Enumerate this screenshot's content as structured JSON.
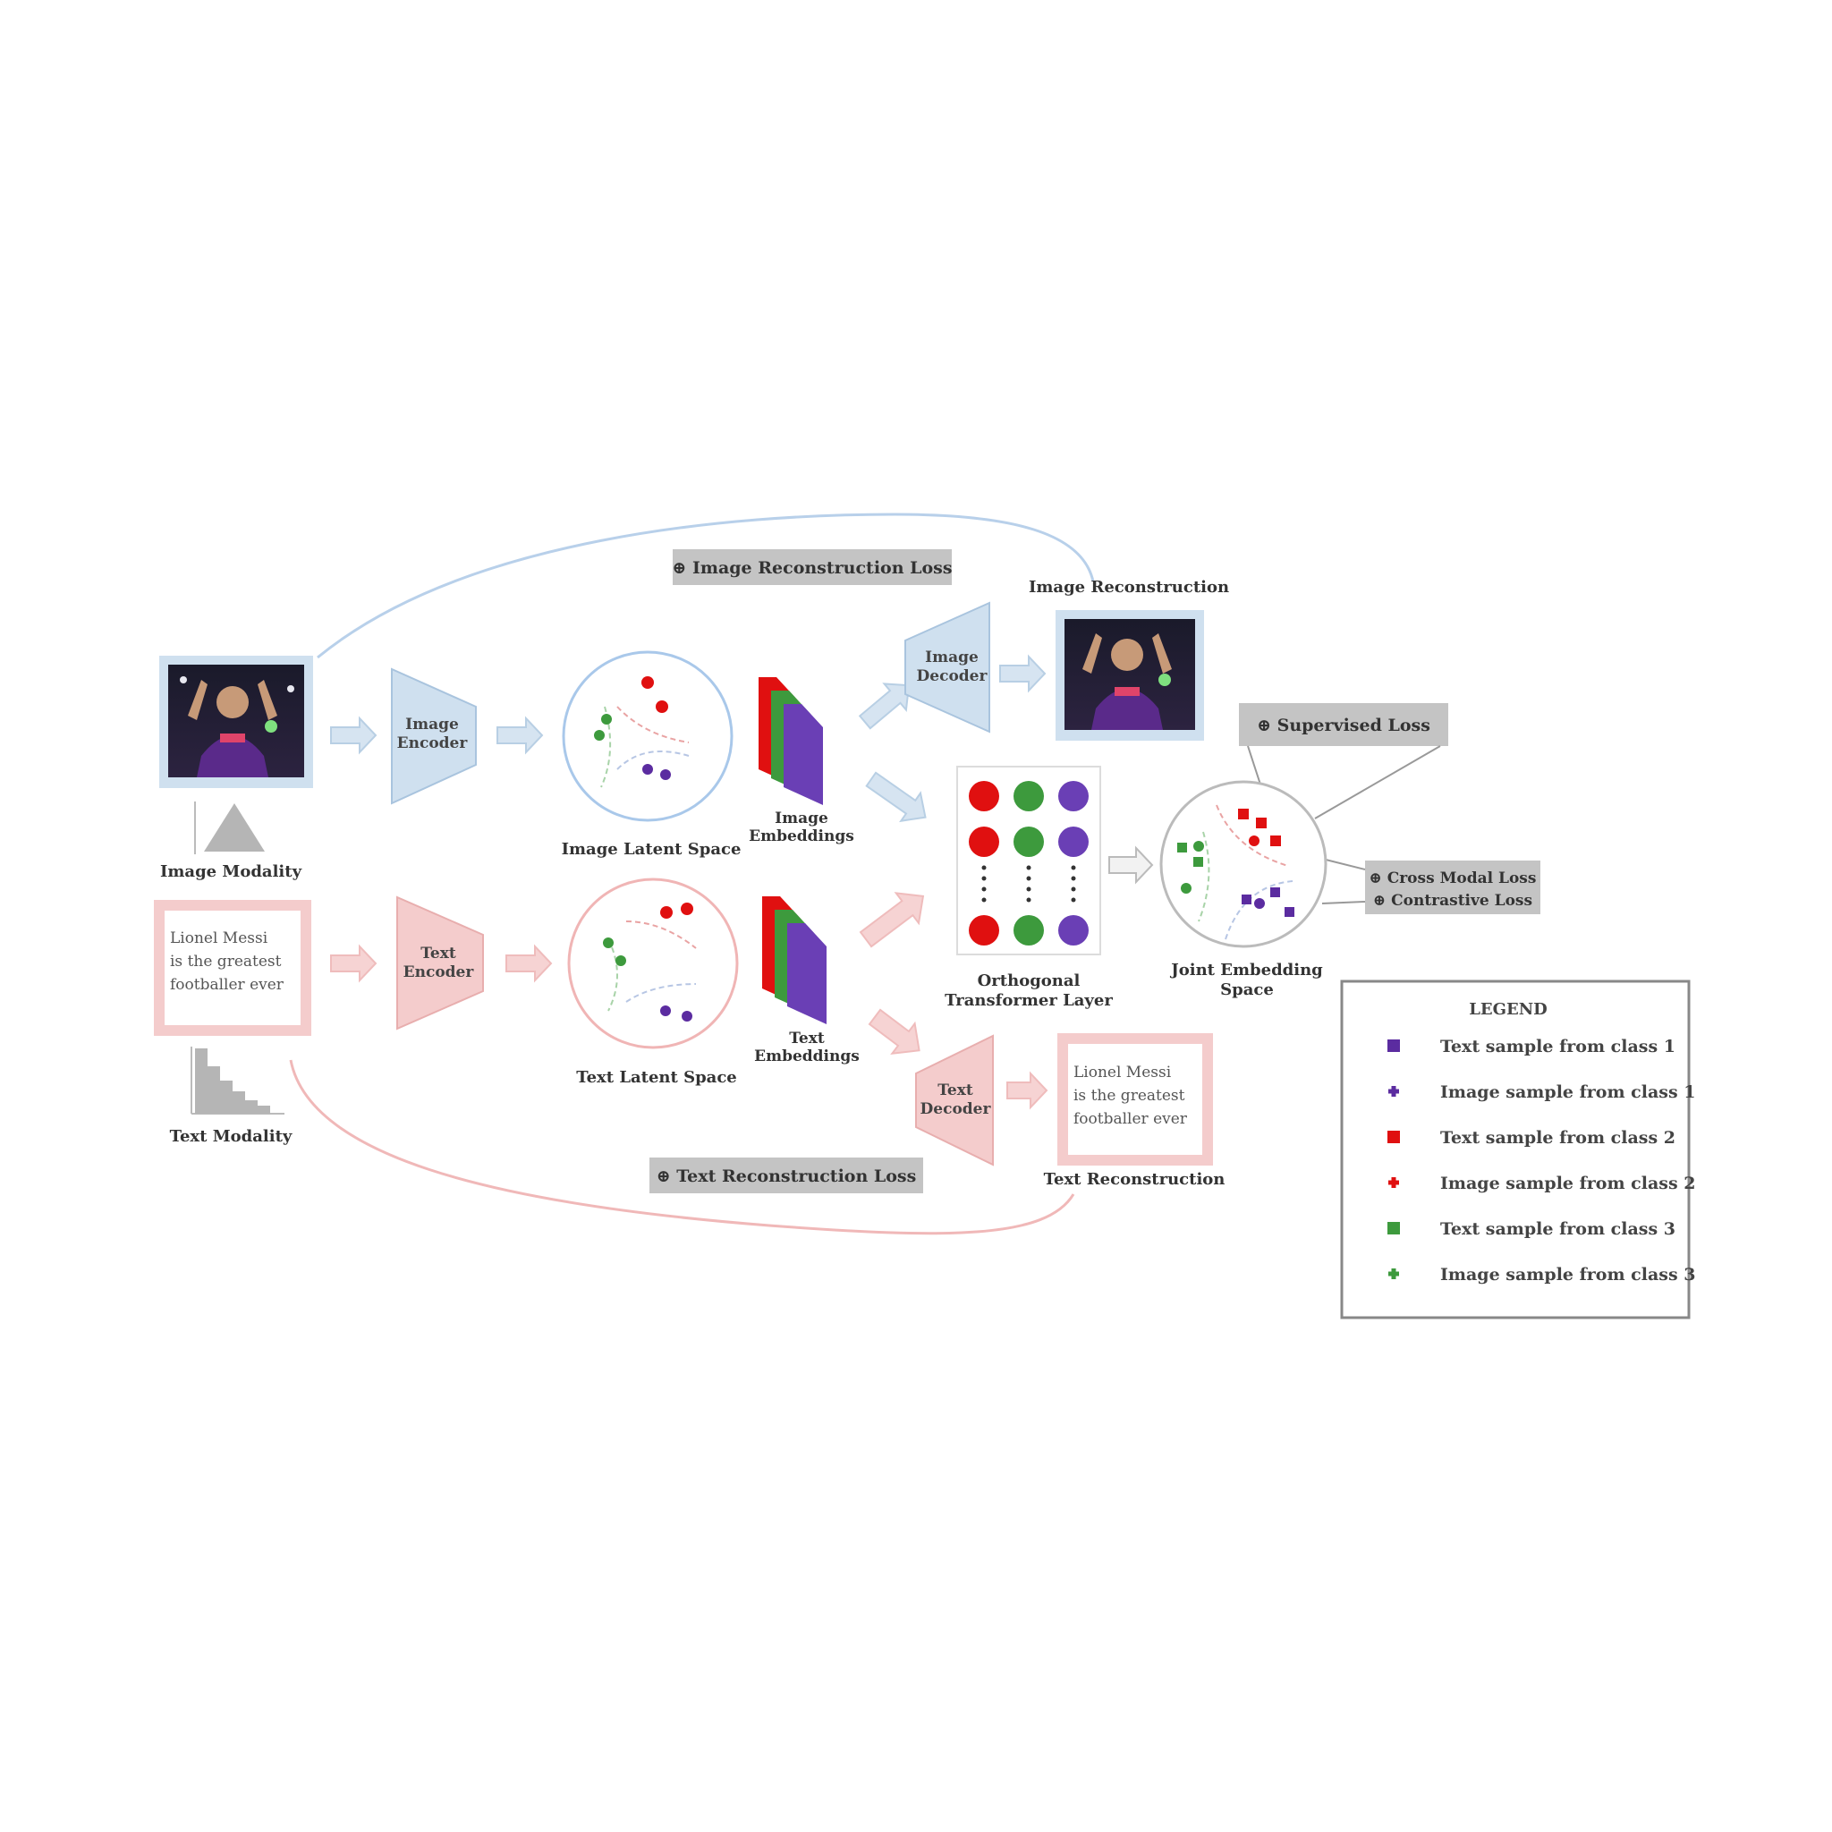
{
  "losses": {
    "image_reconstruction": "⊕ Image Reconstruction Loss",
    "text_reconstruction": "⊕ Text Reconstruction Loss",
    "supervised": "⊕ Supervised Loss",
    "cross_modal": "⊕ Cross Modal Loss",
    "contrastive": "⊕ Contrastive Loss"
  },
  "image_branch": {
    "modality_label": "Image Modality",
    "encoder": [
      "Image",
      "Encoder"
    ],
    "latent_label": "Image Latent Space",
    "embeddings": [
      "Image",
      "Embeddings"
    ],
    "decoder": [
      "Image",
      "Decoder"
    ],
    "reconstruction_label": "Image Reconstruction"
  },
  "text_branch": {
    "modality_label": "Text Modality",
    "input_text": [
      "Lionel Messi",
      "is the greatest",
      "footballer ever"
    ],
    "encoder": [
      "Text",
      "Encoder"
    ],
    "latent_label": "Text Latent Space",
    "embeddings": [
      "Text",
      "Embeddings"
    ],
    "decoder": [
      "Text",
      "Decoder"
    ],
    "reconstruction_text": [
      "Lionel Messi",
      "is the greatest",
      "footballer ever"
    ],
    "reconstruction_label": "Text Reconstruction"
  },
  "fusion": {
    "transformer_label": [
      "Orthogonal",
      "Transformer Layer"
    ],
    "joint_label": [
      "Joint Embedding",
      "Space"
    ]
  },
  "legend": {
    "title": "LEGEND",
    "items": [
      {
        "label": "Text sample from class 1",
        "color": "#5b2ca0",
        "marker": "square"
      },
      {
        "label": "Image sample from class 1",
        "color": "#5b2ca0",
        "marker": "plus"
      },
      {
        "label": "Text sample from class 2",
        "color": "#e01010",
        "marker": "square"
      },
      {
        "label": "Image sample from class 2",
        "color": "#e01010",
        "marker": "plus"
      },
      {
        "label": "Text sample from class 3",
        "color": "#3d9a3d",
        "marker": "square"
      },
      {
        "label": "Image sample from class 3",
        "color": "#3d9a3d",
        "marker": "plus"
      }
    ]
  },
  "colors": {
    "image_blue": "#cfe0ef",
    "text_pink": "#f4cccc",
    "red": "#e01010",
    "green": "#3d9a3d",
    "purple": "#6a3fb5",
    "loss_gray": "#c4c4c4"
  }
}
